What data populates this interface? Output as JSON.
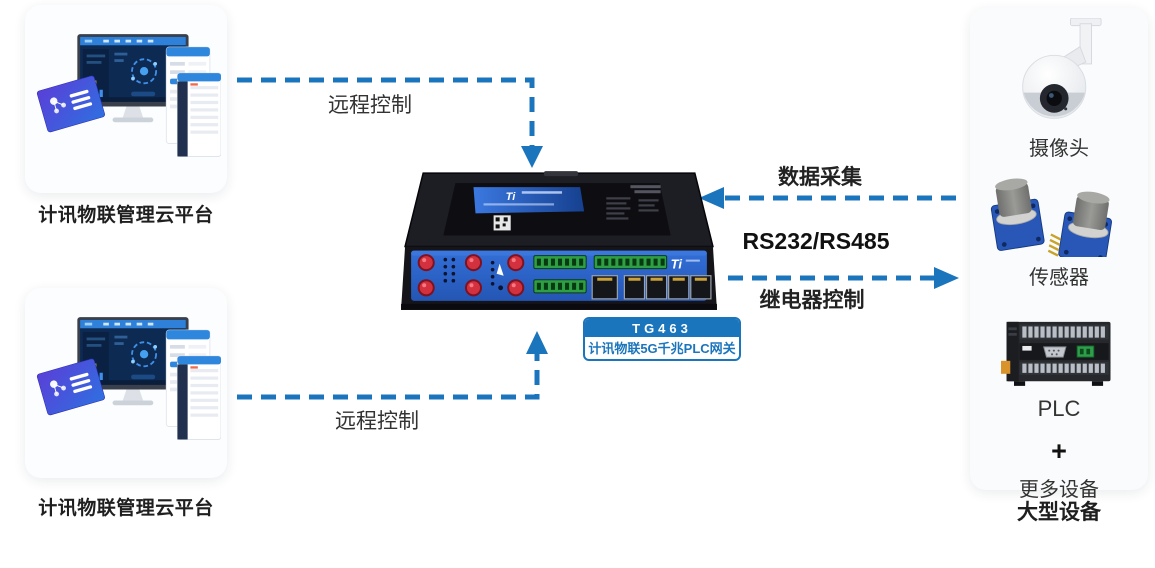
{
  "diagram": {
    "platforms": [
      {
        "label": "计讯物联管理云平台"
      },
      {
        "label": "计讯物联管理云平台"
      }
    ],
    "gateway": {
      "model": "TG463",
      "name": "计讯物联5G千兆PLC网关",
      "brand": "Ti"
    },
    "connections": {
      "remote_control_top": "远程控制",
      "remote_control_bottom": "远程控制",
      "data_collection": "数据采集",
      "serial": "RS232/RS485",
      "relay_control": "继电器控制"
    },
    "devices": {
      "camera": "摄像头",
      "sensor": "传感器",
      "plc": "PLC",
      "plus": "+",
      "more": "更多设备",
      "caption": "大型设备"
    },
    "colors": {
      "arrow_blue": "#1b75bc",
      "panel_blue": "#2a62cc",
      "text_dark": "#333333"
    }
  }
}
